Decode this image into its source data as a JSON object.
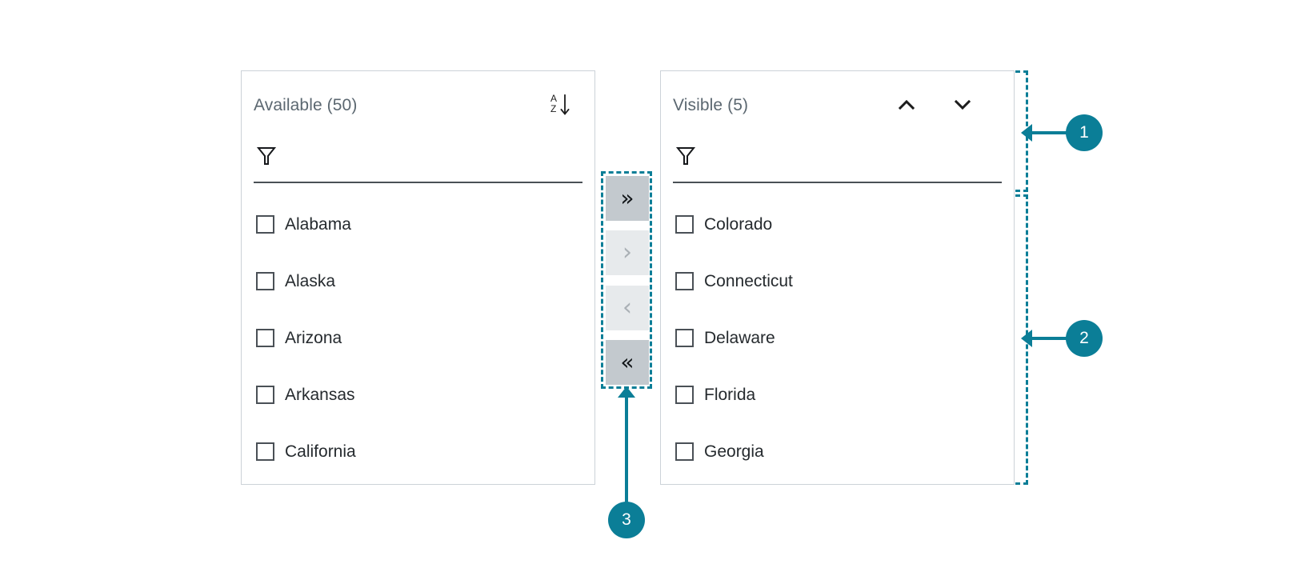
{
  "panels": {
    "available": {
      "title": "Available (50)",
      "sort_icon": "sort-alpha-asc-icon",
      "sort_a": "A",
      "sort_z": "Z",
      "filter": {
        "icon": "filter-funnel-icon",
        "value": "",
        "placeholder": ""
      },
      "items": [
        {
          "label": "Alabama",
          "checked": false
        },
        {
          "label": "Alaska",
          "checked": false
        },
        {
          "label": "Arizona",
          "checked": false
        },
        {
          "label": "Arkansas",
          "checked": false
        },
        {
          "label": "California",
          "checked": false
        }
      ]
    },
    "visible": {
      "title": "Visible (5)",
      "move_up_icon": "chevron-up-icon",
      "move_down_icon": "chevron-down-icon",
      "filter": {
        "icon": "filter-funnel-icon",
        "value": "",
        "placeholder": ""
      },
      "items": [
        {
          "label": "Colorado",
          "checked": false
        },
        {
          "label": "Connecticut",
          "checked": false
        },
        {
          "label": "Delaware",
          "checked": false
        },
        {
          "label": "Florida",
          "checked": false
        },
        {
          "label": "Georgia",
          "checked": false
        }
      ]
    }
  },
  "transfer_buttons": [
    {
      "id": "move-all-right",
      "glyph": "»",
      "enabled": true
    },
    {
      "id": "move-right",
      "glyph": "›",
      "enabled": false
    },
    {
      "id": "move-left",
      "glyph": "‹",
      "enabled": false
    },
    {
      "id": "move-all-left",
      "glyph": "«",
      "enabled": true
    }
  ],
  "annotations": [
    {
      "number": "1"
    },
    {
      "number": "2"
    },
    {
      "number": "3"
    }
  ],
  "colors": {
    "accent_teal": "#0b7e97",
    "panel_border": "#ccd2d8",
    "title_text": "#5b6770",
    "item_text": "#252a2e",
    "button_enabled_bg": "#c3c9ce",
    "button_disabled_bg": "#e7eaec",
    "button_disabled_fg": "#aab0b5",
    "filter_underline": "#4a5056"
  }
}
